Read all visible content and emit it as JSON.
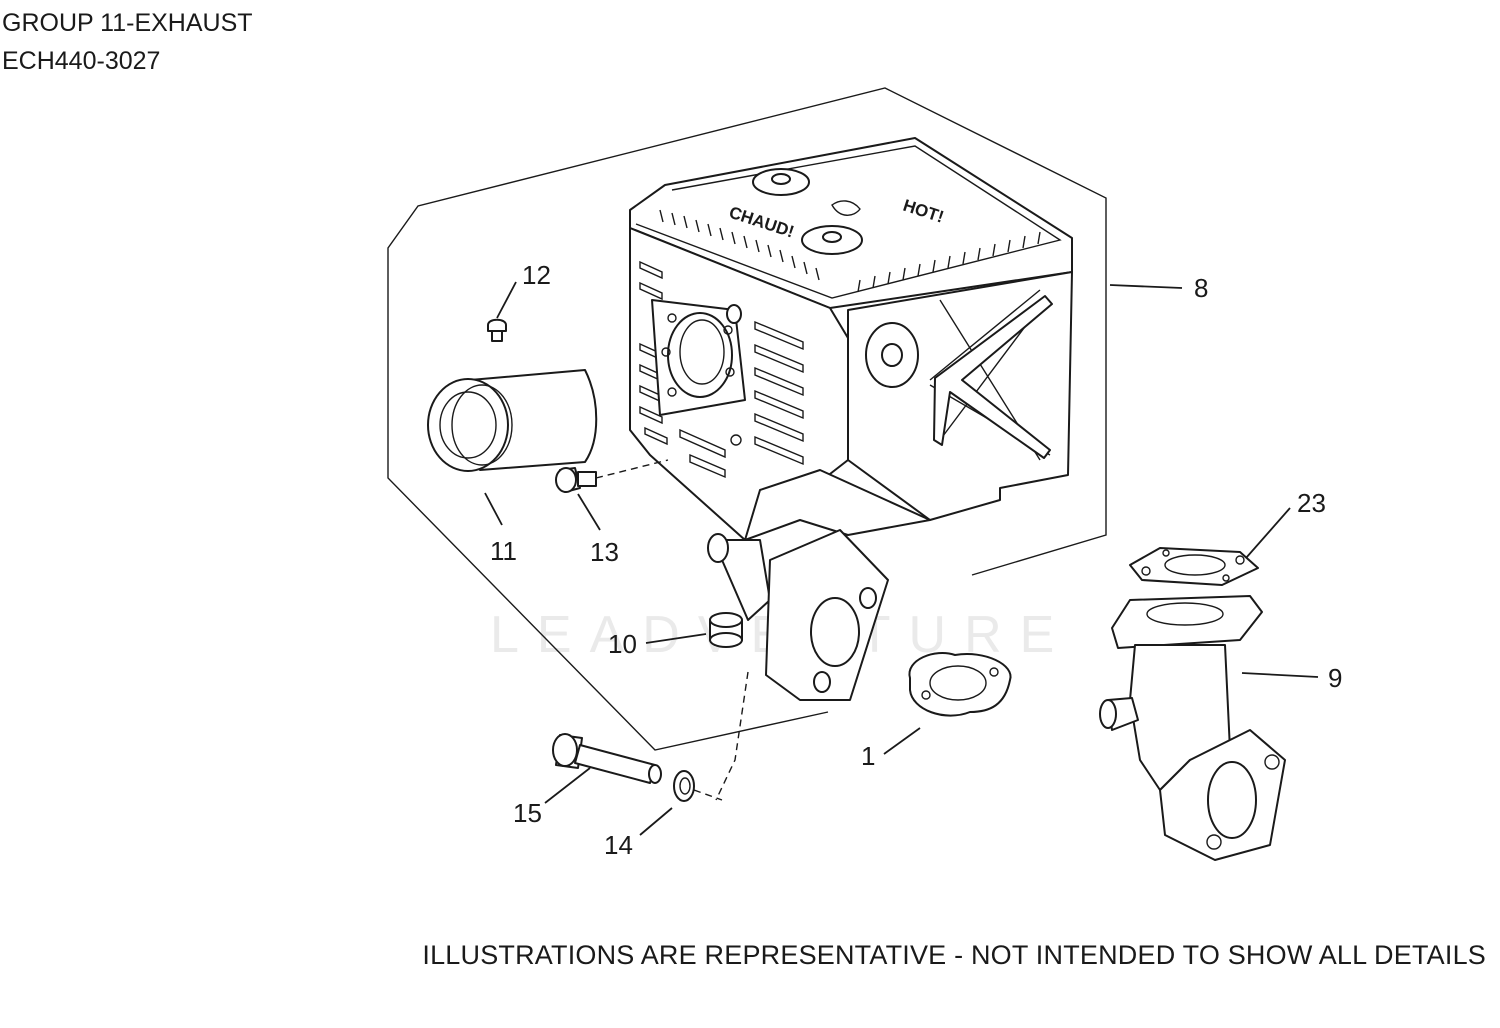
{
  "header": {
    "group_title": "GROUP 11-EXHAUST",
    "model_number": "ECH440-3027"
  },
  "footer": {
    "disclaimer": "ILLUSTRATIONS ARE REPRESENTATIVE - NOT INTENDED TO SHOW ALL DETAILS"
  },
  "watermark": {
    "text": "LEADVENTURE"
  },
  "muffler_stamps": {
    "left": "CHAUD!",
    "right": "HOT!"
  },
  "callouts": {
    "c1": "1",
    "c8": "8",
    "c9": "9",
    "c10": "10",
    "c11": "11",
    "c12": "12",
    "c13": "13",
    "c14": "14",
    "c15": "15",
    "c23": "23"
  }
}
